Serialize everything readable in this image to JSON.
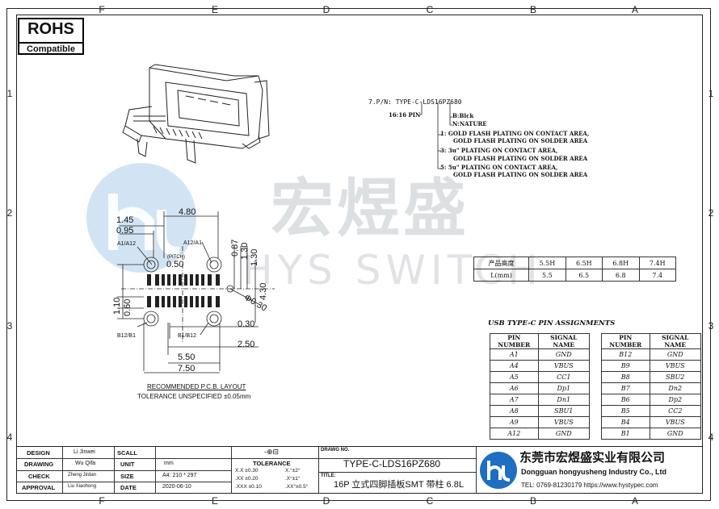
{
  "zones": {
    "top": [
      "F",
      "E",
      "D",
      "C",
      "B",
      "A"
    ],
    "side": [
      "1",
      "2",
      "3",
      "4"
    ]
  },
  "rohs": {
    "line1": "ROHS",
    "line2": "Compatible"
  },
  "watermark": {
    "cn": "宏煜盛",
    "en": "HYS SWITCH"
  },
  "part_number": {
    "label": "7.P/N: TYPE-C-LDS16PZ680",
    "pin_code": "16:16 PIN",
    "color_b": "B:Blck",
    "color_n": "N:NATURE",
    "opt1a": "1:  GOLD FLASH PLATING ON CONTACT AREA,",
    "opt1b": "GOLD FLASH PLATING ON SOLDER AREA",
    "opt3a": "3:  3u\" PLATING ON CONTACT AREA,",
    "opt3b": "GOLD FLASH PLATING ON SOLDER AREA",
    "opt5a": "5:  5u\" PLATING ON CONTACT AREA,",
    "opt5b": "GOLD FLASH PLATING ON SOLDER AREA"
  },
  "dims": {
    "d480": "4.80",
    "d145": "1.45",
    "d095": "0.95",
    "a1a12_l": "A1/A12",
    "a12a1_r": "A12/A1",
    "pitch": "(PITCH)",
    "d050": "0.50",
    "d087": "0.87",
    "d130a": "1.30",
    "d130b": "1.30",
    "d430": "4.30",
    "phi030": "Φ0.30",
    "d110": "1.10",
    "d060": "0.60",
    "b12b1": "B12/B1",
    "b1b12": "B1/B12",
    "d030": "0.30",
    "d250": "2.50",
    "d550": "5.50",
    "d750": "7.50",
    "rec1": "RECOMMENDED  P.C.B. LAYOUT",
    "rec2": "TOLERANCE UNSPECIFIED ±0.05mm"
  },
  "height_table": {
    "headers": [
      "产品高度",
      "5.5H",
      "6.5H",
      "6.8H",
      "7.4H"
    ],
    "row": [
      "L(mm)",
      "5.5",
      "6.5",
      "6.8",
      "7.4"
    ]
  },
  "pin_table": {
    "title": "USB TYPE-C PIN ASSIGNMENTS",
    "headers": [
      "PIN NUMBER",
      "SIGNAL NAME"
    ],
    "left": [
      [
        "A1",
        "GND"
      ],
      [
        "A4",
        "VBUS"
      ],
      [
        "A5",
        "CC1"
      ],
      [
        "A6",
        "Dp1"
      ],
      [
        "A7",
        "Dn1"
      ],
      [
        "A8",
        "SBU1"
      ],
      [
        "A9",
        "VBUS"
      ],
      [
        "A12",
        "GND"
      ]
    ],
    "right": [
      [
        "B12",
        "GND"
      ],
      [
        "B9",
        "VBUS"
      ],
      [
        "B8",
        "SBU2"
      ],
      [
        "B7",
        "Dn2"
      ],
      [
        "B6",
        "Dp2"
      ],
      [
        "B5",
        "CC2"
      ],
      [
        "B4",
        "VBUS"
      ],
      [
        "B1",
        "GND"
      ]
    ]
  },
  "title_block": {
    "design_l": "DESIGN",
    "design_v": "Li Jinwei",
    "drawing_l": "DRAWING",
    "drawing_v": "Wu Qifa",
    "check_l": "CHECK",
    "check_v": "Zheng Jirdan",
    "approval_l": "APPROVAL",
    "approval_v": "Liu Xiaohong",
    "scale_l": "SCALL",
    "scale_v": "",
    "unit_l": "UNIT",
    "unit_v": "mm",
    "size_l": "SIZE",
    "size_v": "A4: 210 * 297",
    "date_l": "DATE",
    "date_v": "2020-06-10",
    "projection": "-⊕⊟",
    "tol_l": "TOLERANCE",
    "tol1a": "X.X  ±0.30",
    "tol1b": "X.°±2°",
    "tol2a": ".XX  ±0.20",
    "tol2b": ".X°±1°",
    "tol3a": ".XXX ±0.10",
    "tol3b": ".XX°±0.5°",
    "drawno_l": "DRAWG NO.",
    "drawno_v": "TYPE-C-LDS16PZ680",
    "title_l": "TITLE:",
    "title_v": "16P 立式四脚插板SMT 带柱 6.8L",
    "company_cn": "东莞市宏煜盛实业有限公司",
    "company_en": "Dongguan hongyusheng Industry Co., Ltd",
    "tel": "TEL: 0769-81230179  https://www.hystypec.com"
  },
  "colors": {
    "watermark_blue": "#9cc3e6",
    "watermark_gray": "#c8ccd0",
    "logo_blue": "#1e6fbf"
  }
}
